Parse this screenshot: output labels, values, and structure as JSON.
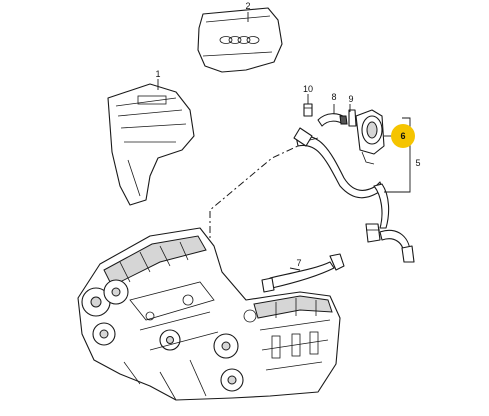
{
  "diagram": {
    "highlight_color": "#f5c400",
    "callouts": [
      {
        "id": "c1",
        "label": "1"
      },
      {
        "id": "c2",
        "label": "2"
      },
      {
        "id": "c5",
        "label": "5"
      },
      {
        "id": "c6",
        "label": "6",
        "highlighted": true
      },
      {
        "id": "c7",
        "label": "7"
      },
      {
        "id": "c8",
        "label": "8"
      },
      {
        "id": "c9",
        "label": "9"
      },
      {
        "id": "c10",
        "label": "10"
      }
    ]
  }
}
